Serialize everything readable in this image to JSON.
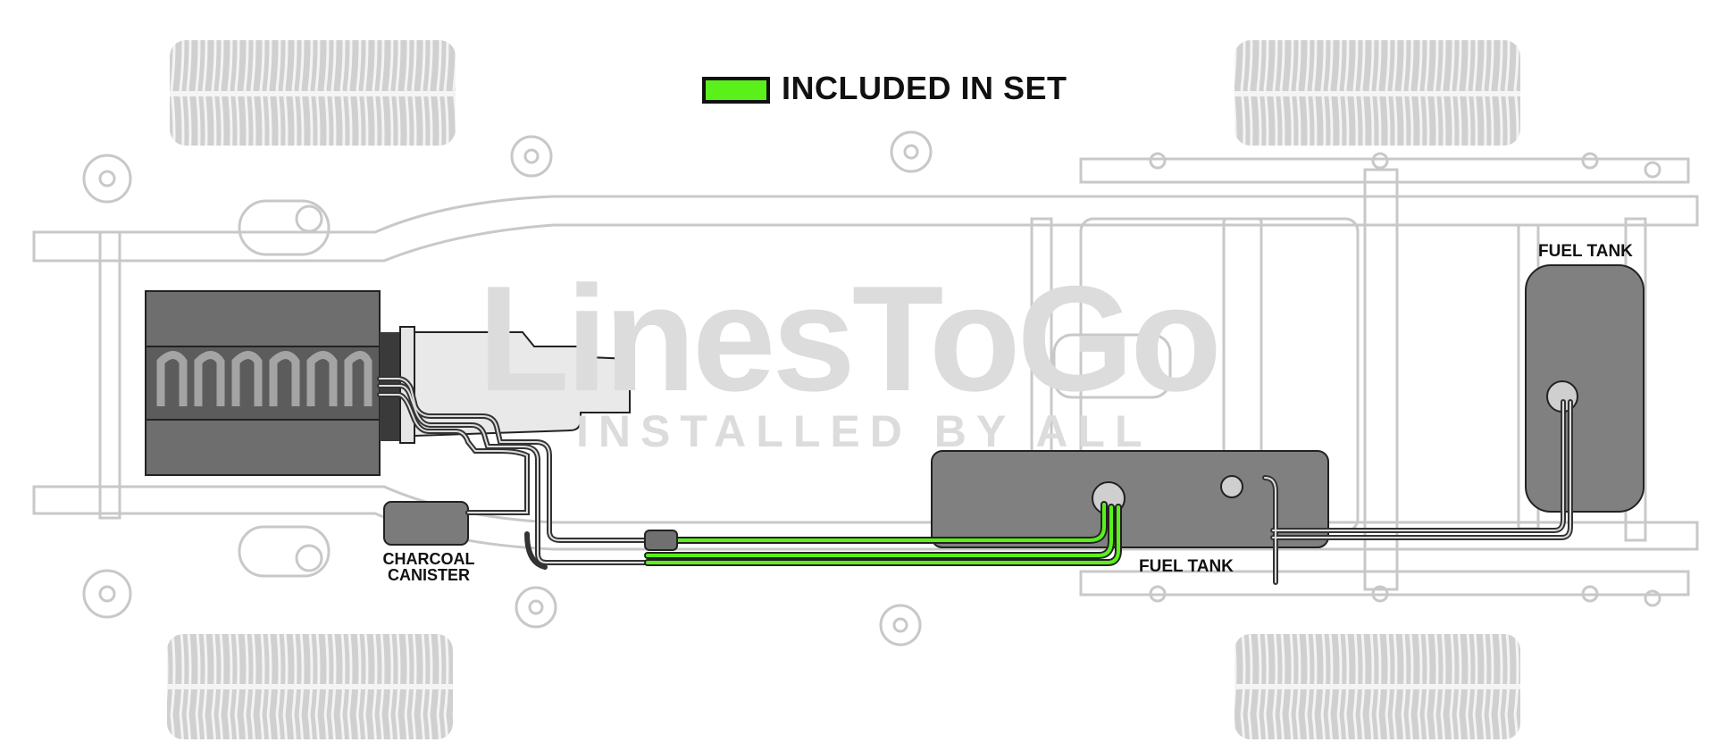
{
  "legend": {
    "label": "INCLUDED IN SET",
    "color": "#5af01a"
  },
  "watermark": {
    "brand": "LinesToGo",
    "tagline": "INSTALLED BY ALL"
  },
  "labels": {
    "charcoal_canister_line1": "CHARCOAL",
    "charcoal_canister_line2": "CANISTER",
    "fuel_tank_main": "FUEL TANK",
    "fuel_tank_rear": "FUEL TANK"
  },
  "colors": {
    "included_line": "#5af01a",
    "line_outline": "#333333",
    "component_gray": "#808080",
    "chassis_gray": "#d3d3d3"
  }
}
